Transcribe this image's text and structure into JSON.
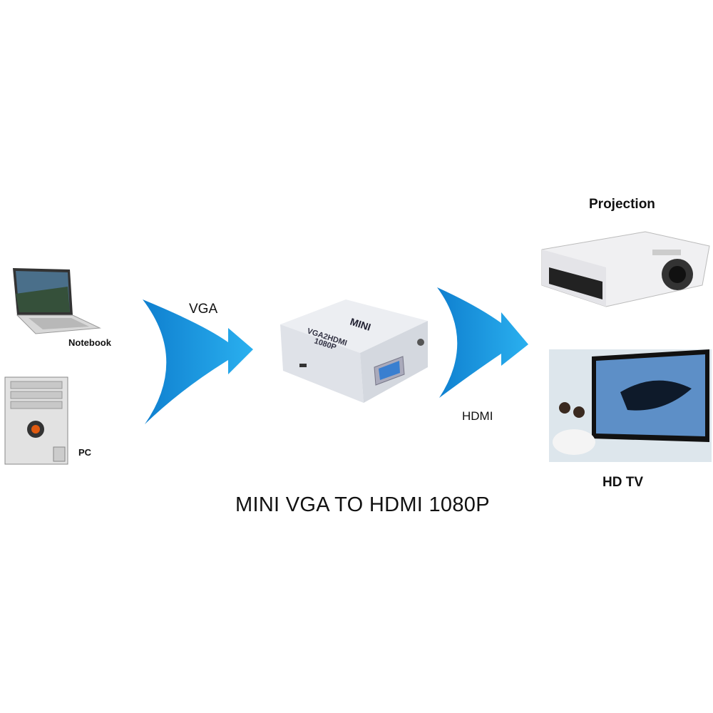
{
  "sources": {
    "notebook": "Notebook",
    "pc": "PC"
  },
  "arrows": {
    "input": "VGA",
    "output": "HDMI",
    "color": "#1a95dc"
  },
  "device": {
    "brand": "MINI",
    "model": "VGA2HDMI",
    "resolution": "1080P"
  },
  "outputs": {
    "projector": "Projection",
    "tv": "HD TV"
  },
  "title": "MINI VGA TO HDMI 1080P"
}
